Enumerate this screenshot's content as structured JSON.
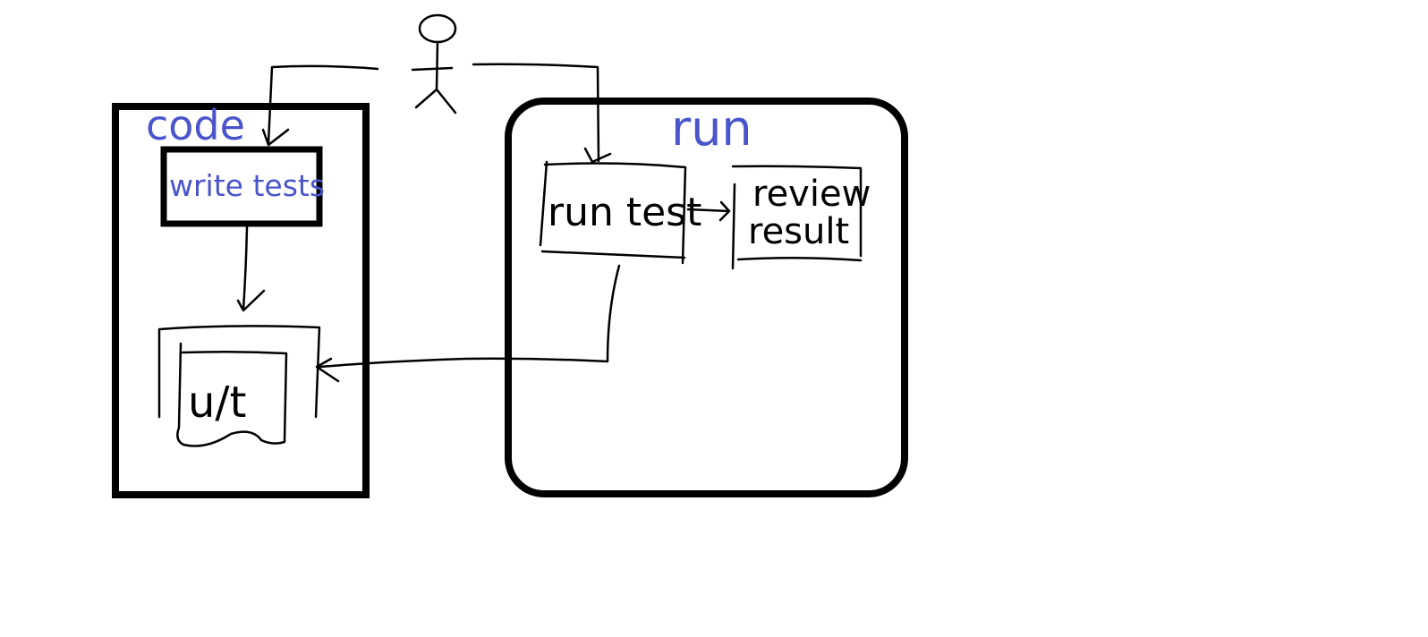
{
  "diagram": {
    "actor": {
      "icon": "stick-figure-icon"
    },
    "code_group": {
      "label": "code",
      "label_color": "#4a55cc"
    },
    "run_group": {
      "label": "run",
      "label_color": "#4a55cc"
    },
    "nodes": {
      "write_tests": "write tests",
      "ut": "u/t",
      "run_test": "run test",
      "review_result_line1": "review",
      "review_result_line2": "result"
    },
    "edges": [
      {
        "from": "actor",
        "to": "write tests"
      },
      {
        "from": "actor",
        "to": "run test"
      },
      {
        "from": "write tests",
        "to": "u/t"
      },
      {
        "from": "run test",
        "to": "review result"
      },
      {
        "from": "run test",
        "to": "u/t"
      }
    ]
  }
}
